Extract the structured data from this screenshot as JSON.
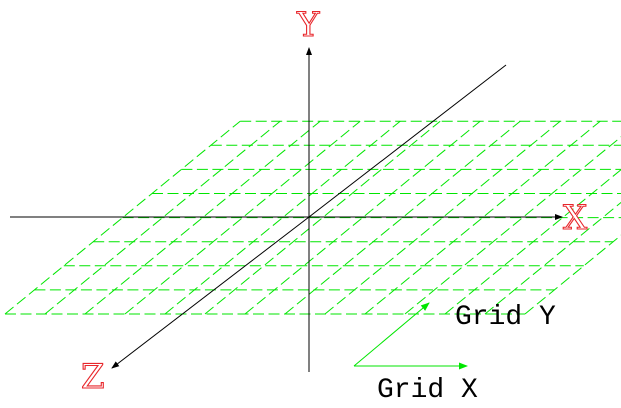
{
  "axes": {
    "x_label": "X",
    "y_label": "Y",
    "z_label": "Z",
    "axis_color": "#000000",
    "label_color": "#e8262b"
  },
  "grid": {
    "color": "#00e600",
    "style": "dashed",
    "rows": 9,
    "columns": 14,
    "legend_x_label": "Grid X",
    "legend_y_label": "Grid Y"
  }
}
